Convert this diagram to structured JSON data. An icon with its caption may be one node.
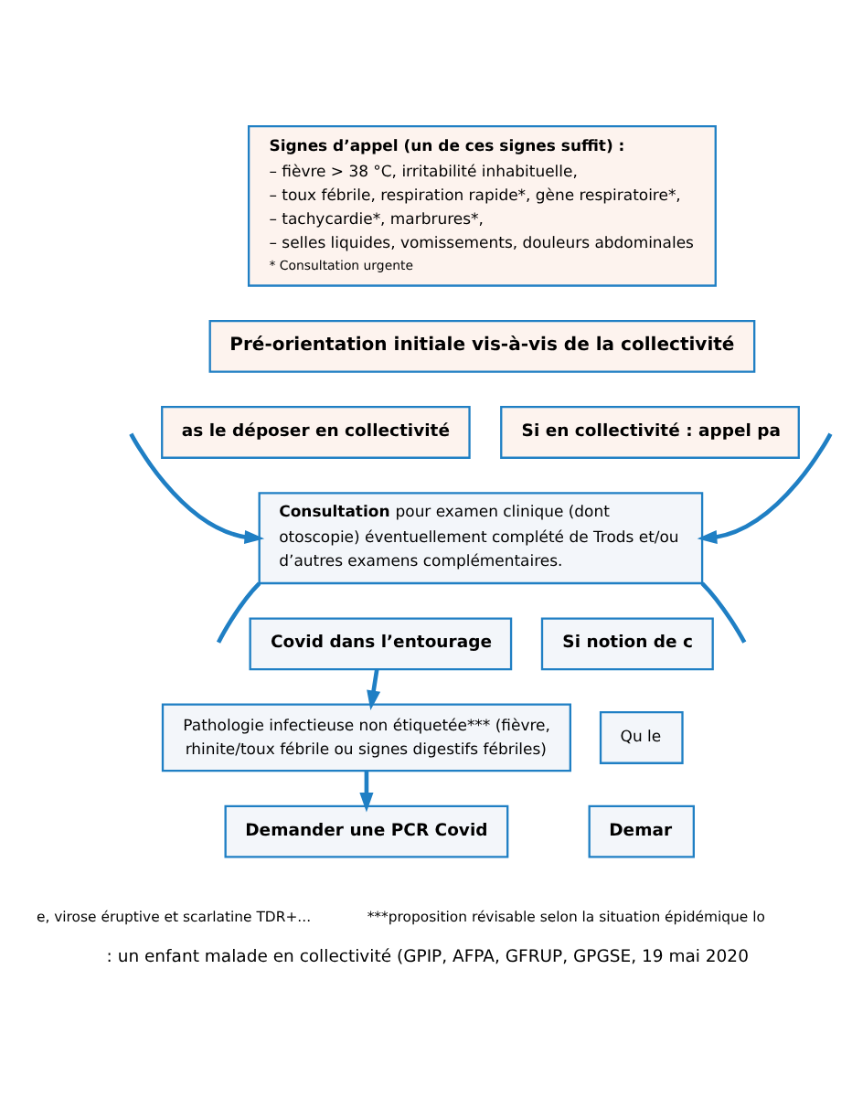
{
  "diagram": {
    "caption": ": un enfant malade en collectivité (GPIP, AFPA, GFRUP, GPGSE, 19 mai 2020",
    "nodes": [
      {
        "text": [
          "Signes d’appel (un de ces signes suffit) :",
          "– fièvre > 38 °C, irritabilité inhabituelle, – toux fébrile, respiration rapide*, gène respiratoire*, – tachycardie*, marbrures*, – selles liquides, vomissements, douleurs abdominales",
          "* Consultation urgente"
        ]
      },
      {
        "text": [
          "Pré-orientation initiale vis-à-vis de la collectivité"
        ]
      },
      {
        "text": [
          "as le déposer en collectivité"
        ]
      },
      {
        "text": [
          "Si en collectivité : appel pa"
        ]
      },
      {
        "text": [
          "**Consultation** pour examen clinique (dont otoscopie) éventuellement complété de Trods et/ou d’autres examens complémentaires."
        ]
      },
      {
        "text": [
          "Covid dans l’entourage"
        ]
      },
      {
        "text": [
          "Si notion de c"
        ]
      },
      {
        "text": [
          "Pathologie infectieuse non étiquetée*** (fièvre, rhinite/toux fébrile ou signes digestifs fébriles)"
        ]
      },
      {
        "text": [
          "Qu le"
        ]
      },
      {
        "text": [
          "Demander une PCR Covid"
        ]
      },
      {
        "text": [
          "Demar"
        ]
      }
    ],
    "edges": [
      {
        "from": null,
        "to": 4,
        "arrow": "to"
      },
      {
        "from": null,
        "to": 4,
        "arrow": "to"
      },
      {
        "from": 4,
        "to": null,
        "arrow": "none"
      },
      {
        "from": 4,
        "to": null,
        "arrow": "none"
      },
      {
        "from": 5,
        "to": 7,
        "arrow": "to"
      },
      {
        "from": 7,
        "to": 9,
        "arrow": "to"
      }
    ],
    "labels": [
      "e, virose éruptive et scarlatine TDR+...",
      "***proposition révisable selon la situation épidémique lo"
    ]
  }
}
